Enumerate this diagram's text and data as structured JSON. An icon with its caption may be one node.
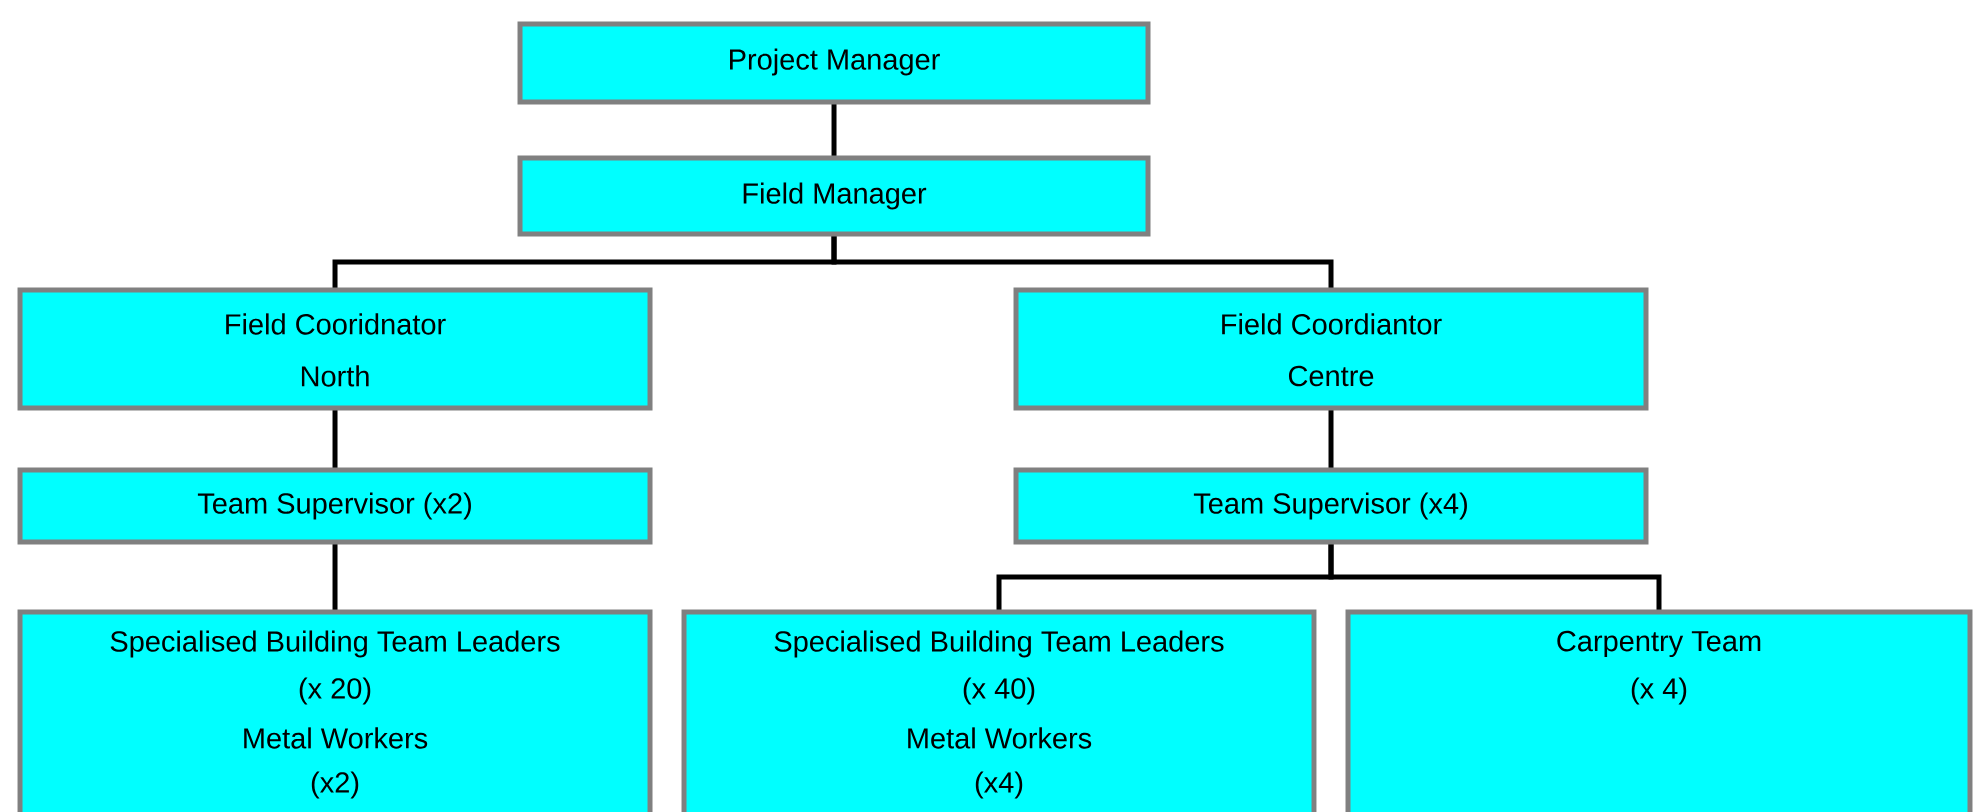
{
  "diagram": {
    "nodes": [
      {
        "text": [
          "Project Manager"
        ]
      },
      {
        "text": [
          "Field Manager"
        ]
      },
      {
        "text": [
          "Field Cooridnator",
          "North"
        ]
      },
      {
        "text": [
          "Field Coordiantor",
          "Centre"
        ]
      },
      {
        "text": [
          "Team Supervisor (x2)"
        ]
      },
      {
        "text": [
          "Team Supervisor (x4)"
        ]
      },
      {
        "text": [
          "Specialised Building Team Leaders",
          "(x 20)",
          "Metal Workers",
          "(x2)"
        ]
      },
      {
        "text": [
          "Specialised Building Team Leaders",
          "(x 40)",
          "Metal Workers",
          "(x4)"
        ]
      },
      {
        "text": [
          "Carpentry Team",
          "(x 4)"
        ]
      }
    ],
    "edges": [
      {
        "from": 0,
        "to": 1,
        "arrow": "none"
      },
      {
        "from": 1,
        "to": 2,
        "arrow": "none"
      },
      {
        "from": 1,
        "to": 3,
        "arrow": "none"
      },
      {
        "from": 2,
        "to": 4,
        "arrow": "none"
      },
      {
        "from": 3,
        "to": 5,
        "arrow": "none"
      },
      {
        "from": 4,
        "to": 6,
        "arrow": "none"
      },
      {
        "from": 5,
        "to": 7,
        "arrow": "none"
      },
      {
        "from": 5,
        "to": 8,
        "arrow": "none"
      }
    ]
  }
}
